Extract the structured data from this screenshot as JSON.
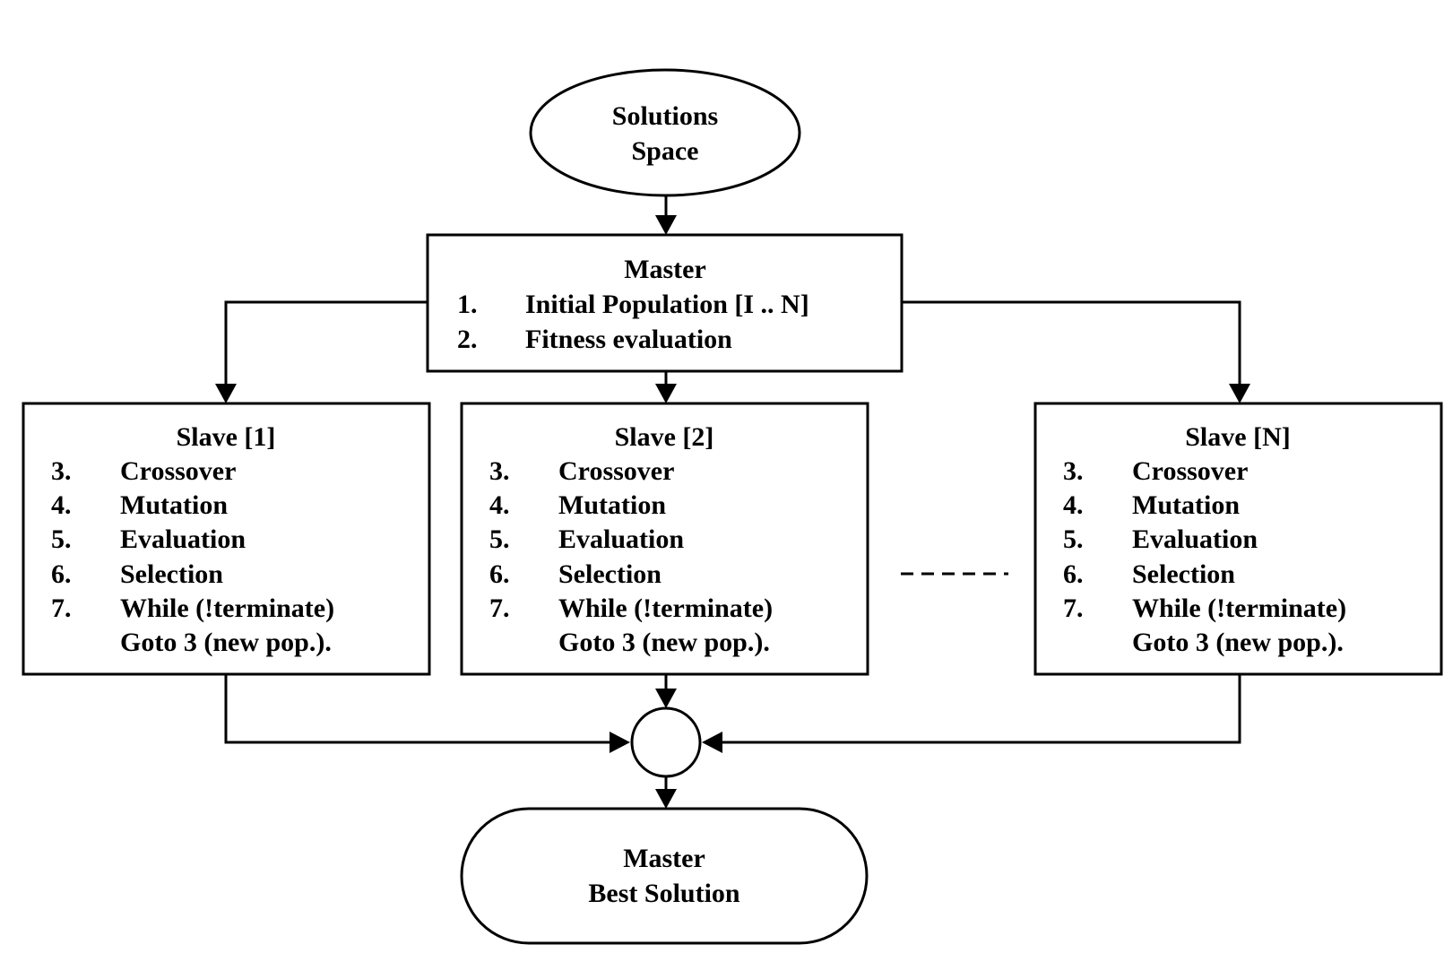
{
  "solutions_space": {
    "line1": "Solutions",
    "line2": "Space"
  },
  "master": {
    "title": "Master",
    "steps": [
      {
        "num": "1.",
        "text": "Initial Population [I .. N]"
      },
      {
        "num": "2.",
        "text": "Fitness evaluation"
      }
    ]
  },
  "slaves": [
    {
      "title": "Slave [1]",
      "steps": [
        {
          "num": "3.",
          "text": "Crossover"
        },
        {
          "num": "4.",
          "text": "Mutation"
        },
        {
          "num": "5.",
          "text": "Evaluation"
        },
        {
          "num": "6.",
          "text": "Selection"
        },
        {
          "num": "7.",
          "text": "While (!terminate)"
        },
        {
          "num": "",
          "text": "Goto 3 (new pop.)."
        }
      ]
    },
    {
      "title": "Slave [2]",
      "steps": [
        {
          "num": "3.",
          "text": "Crossover"
        },
        {
          "num": "4.",
          "text": "Mutation"
        },
        {
          "num": "5.",
          "text": "Evaluation"
        },
        {
          "num": "6.",
          "text": "Selection"
        },
        {
          "num": "7.",
          "text": "While (!terminate)"
        },
        {
          "num": "",
          "text": "Goto 3 (new pop.)."
        }
      ]
    },
    {
      "title": "Slave [N]",
      "steps": [
        {
          "num": "3.",
          "text": "Crossover"
        },
        {
          "num": "4.",
          "text": "Mutation"
        },
        {
          "num": "5.",
          "text": "Evaluation"
        },
        {
          "num": "6.",
          "text": "Selection"
        },
        {
          "num": "7.",
          "text": "While (!terminate)"
        },
        {
          "num": "",
          "text": "Goto 3 (new pop.)."
        }
      ]
    }
  ],
  "result": {
    "line1": "Master",
    "line2": "Best Solution"
  }
}
